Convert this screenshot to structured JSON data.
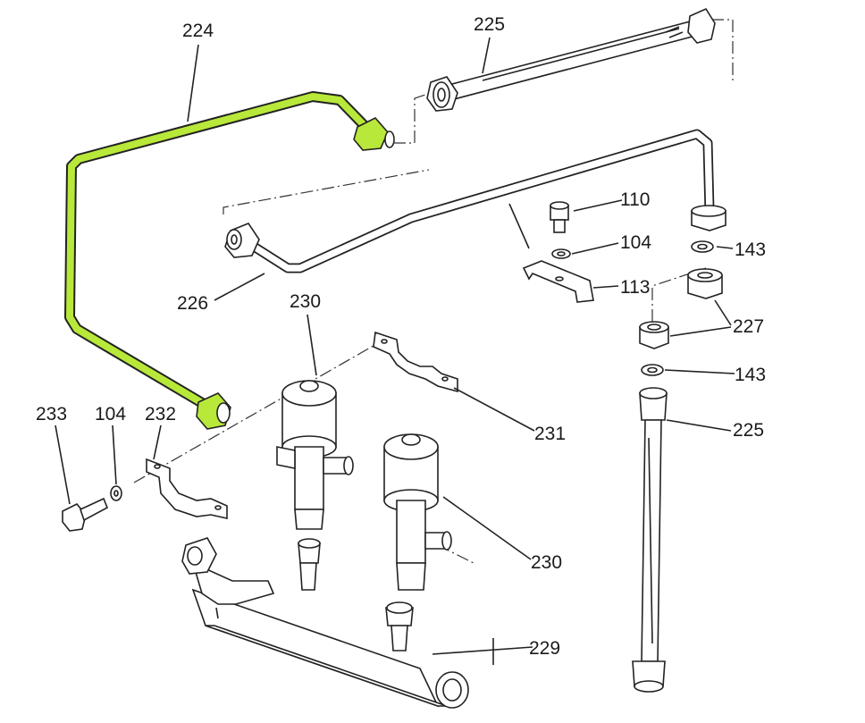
{
  "highlight_color": "#b8e83a",
  "callouts": {
    "p224": "224",
    "p225_top": "225",
    "p110": "110",
    "p104_right": "104",
    "p143_top": "143",
    "p113": "113",
    "p226": "226",
    "p230_top": "230",
    "p227": "227",
    "p143_mid": "143",
    "p225_right": "225",
    "p233": "233",
    "p104_left": "104",
    "p232": "232",
    "p231": "231",
    "p230_bottom": "230",
    "p229": "229"
  }
}
